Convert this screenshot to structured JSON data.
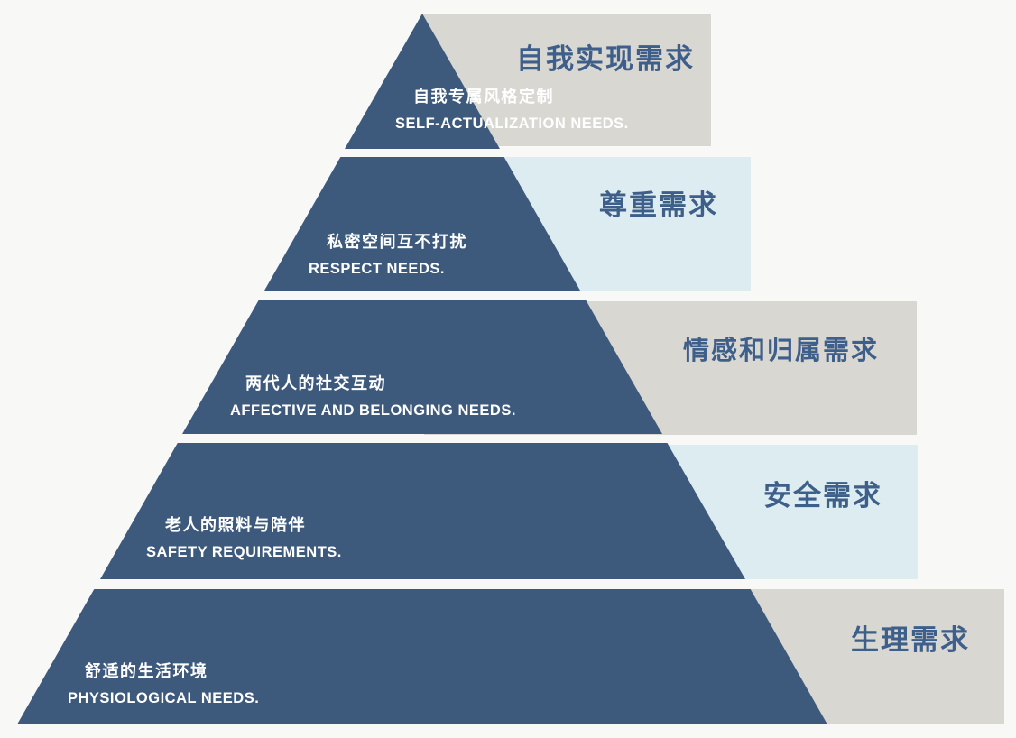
{
  "colors": {
    "page_background": "#f8f8f7",
    "pyramid_blue": "#3d5a7d",
    "title_blue": "#3e5f8a",
    "panel_gray": "#d9d7d2",
    "panel_light_blue": "#dcecf0",
    "label_white": "#ffffff"
  },
  "levels": [
    {
      "title": "自我实现需求",
      "label_cn": "自我专属风格定制",
      "label_en": "SELF-ACTUALIZATION NEEDS.",
      "panel": "gray"
    },
    {
      "title": "尊重需求",
      "label_cn": "私密空间互不打扰",
      "label_en": "RESPECT NEEDS.",
      "panel": "light_blue"
    },
    {
      "title": "情感和归属需求",
      "label_cn": "两代人的社交互动",
      "label_en": "AFFECTIVE AND BELONGING NEEDS.",
      "panel": "gray"
    },
    {
      "title": "安全需求",
      "label_cn": "老人的照料与陪伴",
      "label_en": "SAFETY REQUIREMENTS.",
      "panel": "light_blue"
    },
    {
      "title": "生理需求",
      "label_cn": "舒适的生活环境",
      "label_en": "PHYSIOLOGICAL NEEDS.",
      "panel": "gray"
    }
  ]
}
